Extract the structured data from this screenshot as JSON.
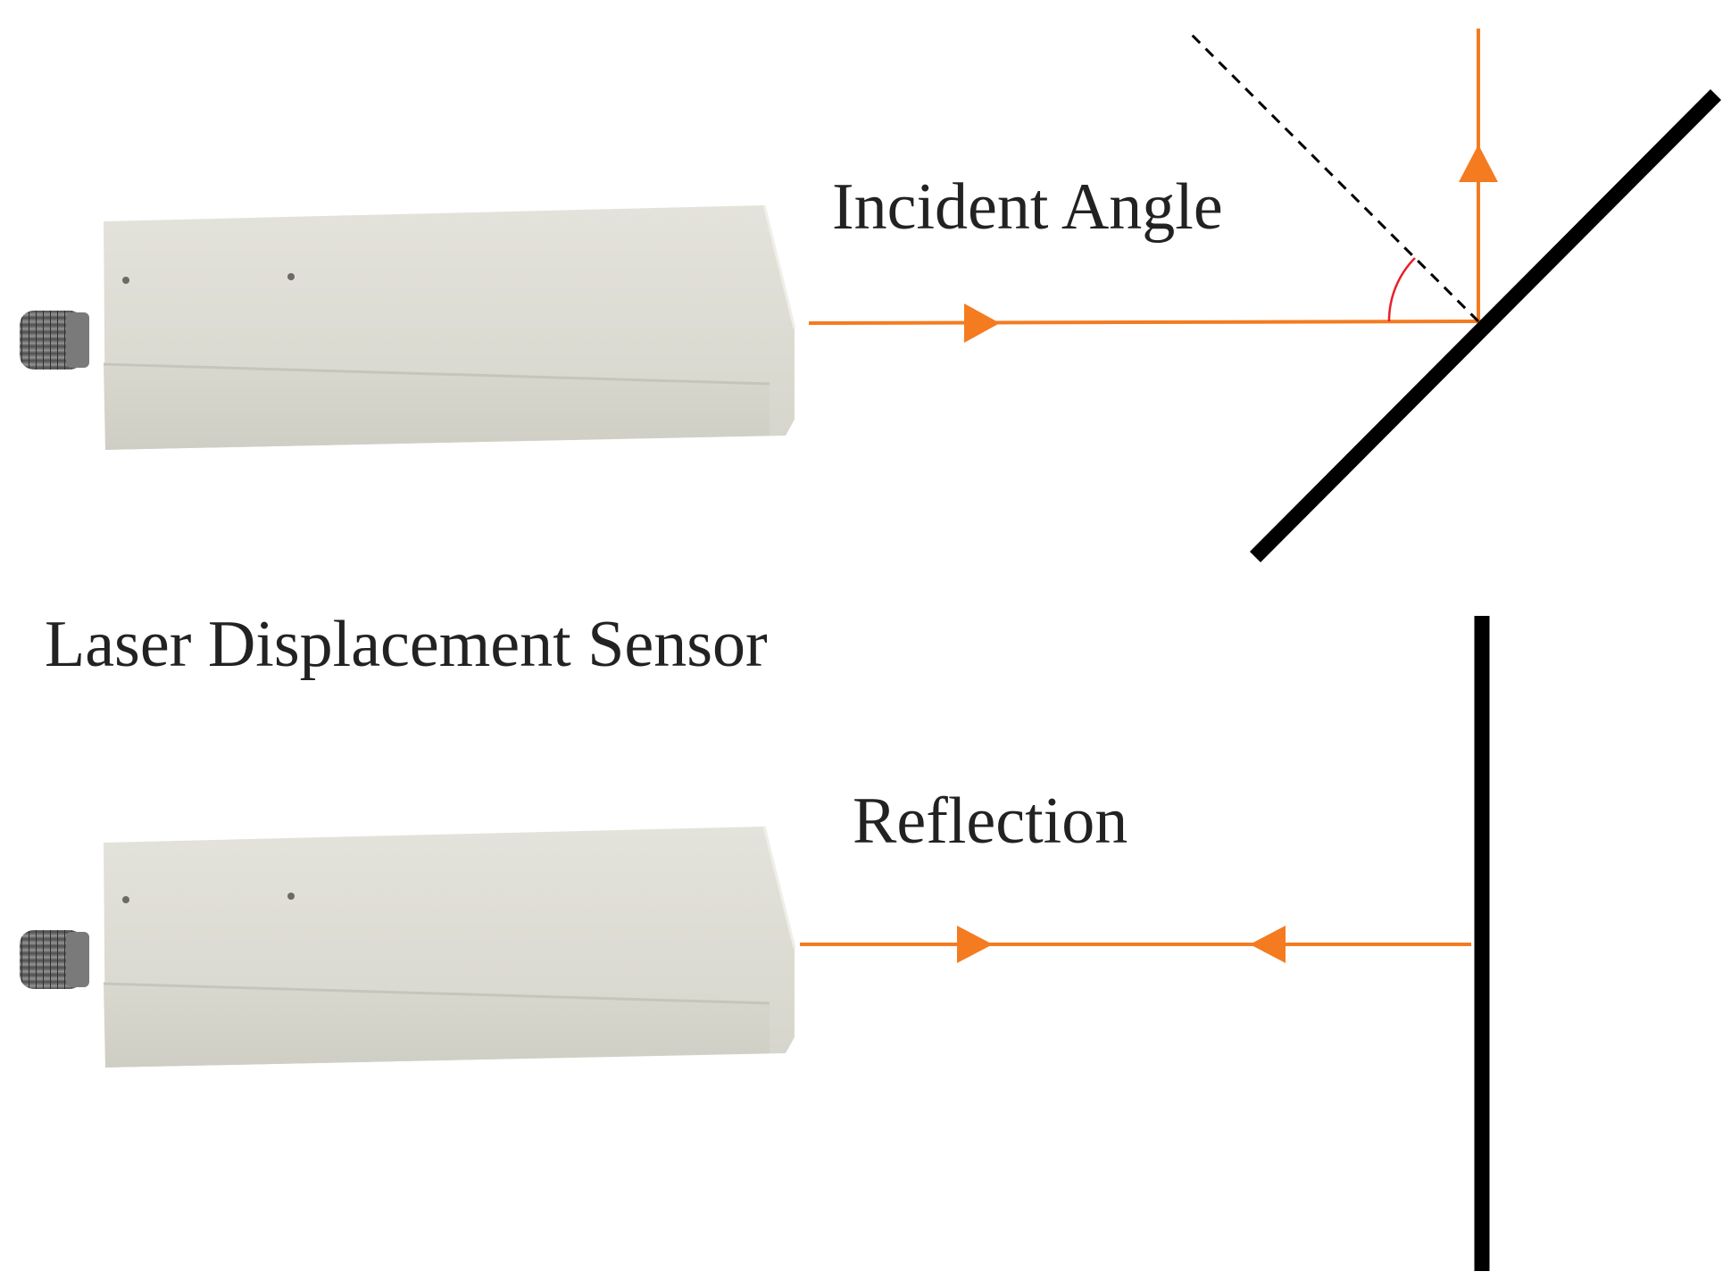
{
  "labels": {
    "incident_angle": "Incident Angle",
    "sensor": "Laser Displacement Sensor",
    "reflection": "Reflection"
  },
  "colors": {
    "laser_beam": "#f47b20",
    "mirror": "#000000",
    "angle_arc": "#e8202a",
    "normal_line": "#000000",
    "sensor_body": "#dddcd3",
    "sensor_shadow": "#c9c8bf",
    "connector": "#6f6f6f",
    "label_text": "#222222"
  },
  "icons": {
    "sensor": "laser-sensor-icon",
    "connector": "m12-connector-icon"
  }
}
